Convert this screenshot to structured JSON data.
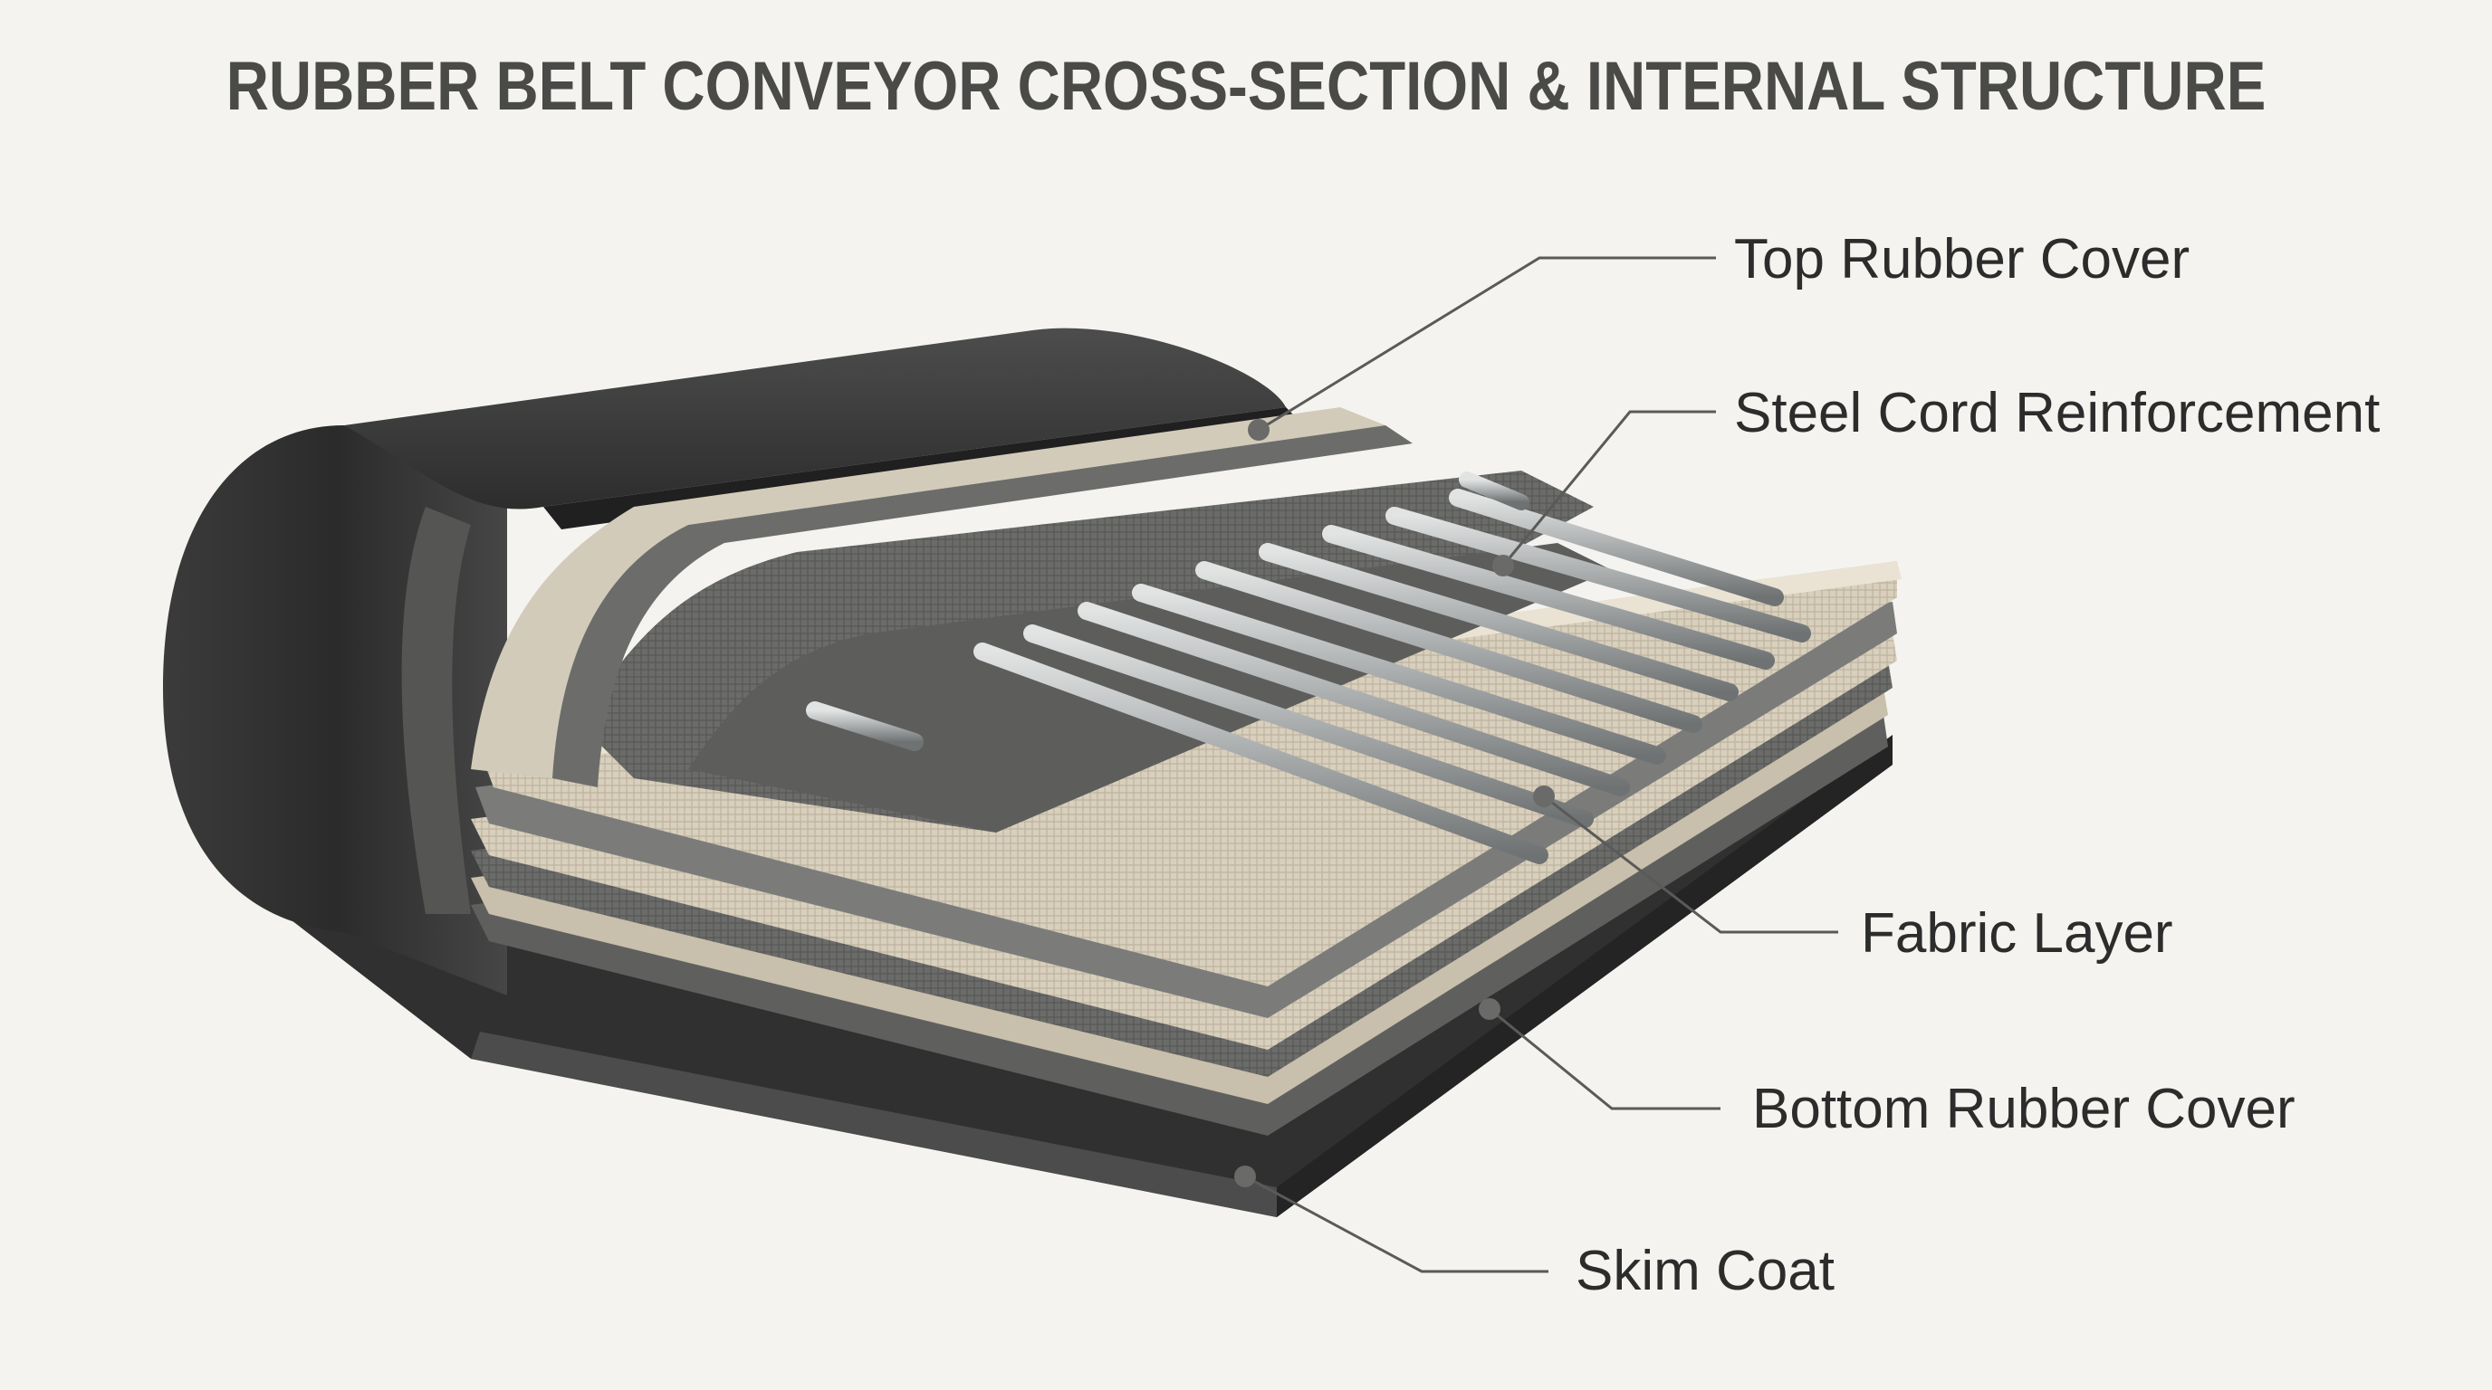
{
  "title": "RUBBER BELT CONVEYOR CROSS-SECTION & INTERNAL STRUCTURE",
  "labels": {
    "top_rubber_cover": "Top Rubber Cover",
    "steel_cord_reinforcement": "Steel Cord Reinforcement",
    "fabric_layer": "Fabric Layer",
    "bottom_rubber_cover": "Bottom Rubber Cover",
    "skim_coat": "Skim Coat"
  },
  "colors": {
    "background": "#f4f3ef",
    "rubber": "#3a3b3a",
    "fabric_beige": "#cfc6b4",
    "fabric_grey": "#6e6f6d",
    "steel": "#b9bcbd",
    "leader_line": "#5a5a58"
  }
}
